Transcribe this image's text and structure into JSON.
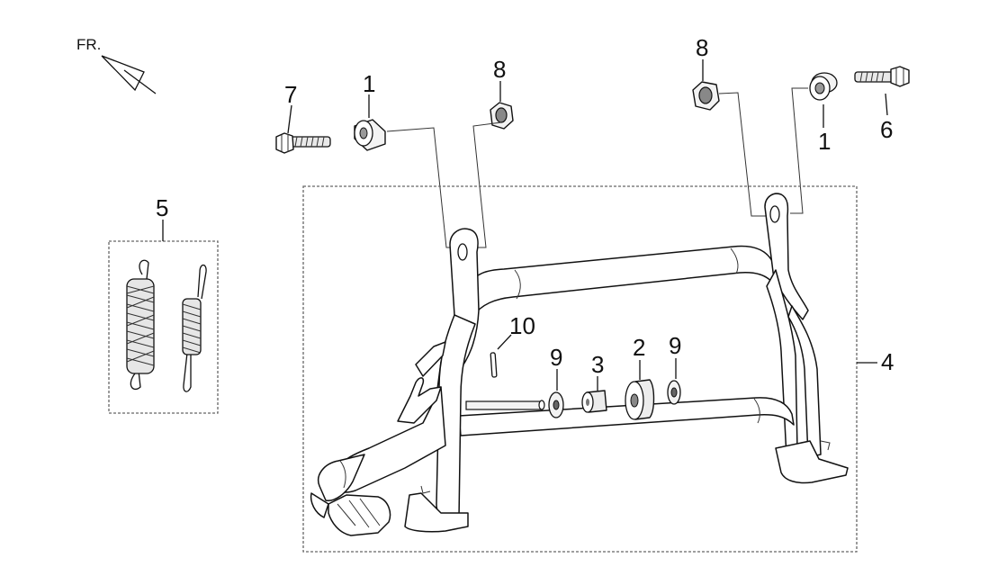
{
  "direction": {
    "label": "FR."
  },
  "callouts": [
    {
      "id": "c1a",
      "label": "1"
    },
    {
      "id": "c1b",
      "label": "1"
    },
    {
      "id": "c2",
      "label": "2"
    },
    {
      "id": "c3",
      "label": "3"
    },
    {
      "id": "c4",
      "label": "4"
    },
    {
      "id": "c5",
      "label": "5"
    },
    {
      "id": "c6",
      "label": "6"
    },
    {
      "id": "c7",
      "label": "7"
    },
    {
      "id": "c8a",
      "label": "8"
    },
    {
      "id": "c8b",
      "label": "8"
    },
    {
      "id": "c9a",
      "label": "9"
    },
    {
      "id": "c9b",
      "label": "9"
    },
    {
      "id": "c10",
      "label": "10"
    }
  ],
  "colors": {
    "line": "#111111",
    "fill": "#ffffff",
    "shade": "#d9d9d9",
    "dark": "#555555"
  }
}
